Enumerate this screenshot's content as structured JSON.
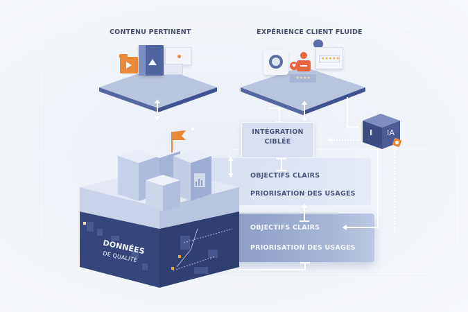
{
  "top": {
    "left_title": "CONTENU PERTINENT",
    "right_title": "EXPÉRIENCE CLIENT FLUIDE"
  },
  "integration": {
    "line1": "INTÉGRATION",
    "line2": "CIBLÉE"
  },
  "middle_panel": {
    "items": [
      "OBJECTIFS CLAIRS",
      "PRIORISATION DES USAGES"
    ]
  },
  "lower_panel": {
    "items": [
      "OBJECTIFS CLAIRS",
      "PRIORISATION DES USAGES"
    ]
  },
  "data_block": {
    "line1": "DONNÉES",
    "line2": "DE QUALITÉ"
  },
  "ai_cube": {
    "left_face": "I",
    "right_face": "IA"
  },
  "colors": {
    "navy": "#3c4d82",
    "slate": "#5c6ea3",
    "orange": "#e98a3a",
    "coral": "#e8643f",
    "background": "#eef2f8"
  },
  "icons": {
    "content": [
      "folder-play-icon",
      "document-image-icon",
      "media-card-icon"
    ],
    "experience": [
      "user-avatar-icon",
      "heart-icon",
      "support-agent-icon",
      "rating-stars-icon",
      "chat-heart-icon"
    ],
    "data": [
      "flag-icon",
      "server-blocks-icon",
      "chart-icon"
    ]
  }
}
